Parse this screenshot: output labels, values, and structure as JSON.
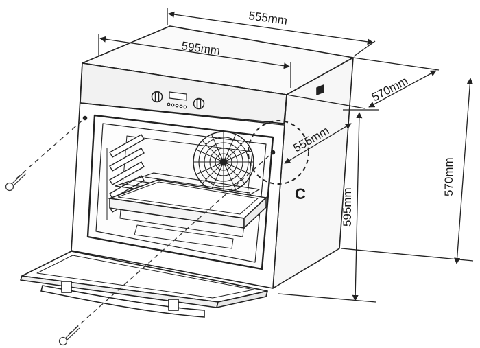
{
  "dimensions": {
    "top_depth": "555mm",
    "front_width": "595mm",
    "side_depth": "570mm",
    "cavity_depth": "555mm",
    "front_height": "595mm",
    "overall_height": "570mm"
  },
  "callout": {
    "label": "C"
  }
}
